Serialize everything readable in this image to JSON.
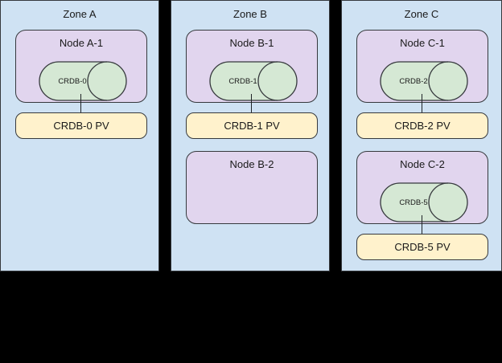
{
  "diagram": {
    "title": "CockroachDB multi-zone node and persistent volume topology",
    "colors": {
      "zone_fill": "#cfe2f3",
      "node_fill": "#e1d5ee",
      "pod_fill": "#d5e8d4",
      "pv_fill": "#fff2cc",
      "stroke": "#36393d",
      "background": "#000000"
    },
    "zones": [
      {
        "id": "zone-a",
        "label": "Zone A",
        "nodes": [
          {
            "id": "node-a-1",
            "label": "Node A-1",
            "pod": {
              "id": "crdb-0",
              "label": "CRDB-0",
              "shape": "cylinder"
            },
            "pv": {
              "id": "crdb-0-pv",
              "label": "CRDB-0 PV"
            },
            "connector": true
          }
        ]
      },
      {
        "id": "zone-b",
        "label": "Zone B",
        "nodes": [
          {
            "id": "node-b-1",
            "label": "Node B-1",
            "pod": {
              "id": "crdb-1",
              "label": "CRDB-1",
              "shape": "cylinder"
            },
            "pv": {
              "id": "crdb-1-pv",
              "label": "CRDB-1 PV"
            },
            "connector": true
          },
          {
            "id": "node-b-2",
            "label": "Node B-2",
            "pod": null,
            "pv": null,
            "connector": false
          }
        ]
      },
      {
        "id": "zone-c",
        "label": "Zone C",
        "nodes": [
          {
            "id": "node-c-1",
            "label": "Node C-1",
            "pod": {
              "id": "crdb-2",
              "label": "CRDB-2",
              "shape": "cylinder"
            },
            "pv": {
              "id": "crdb-2-pv",
              "label": "CRDB-2 PV"
            },
            "connector": true
          },
          {
            "id": "node-c-2",
            "label": "Node C-2",
            "pod": {
              "id": "crdb-5",
              "label": "CRDB-5",
              "shape": "cylinder"
            },
            "pv": {
              "id": "crdb-5-pv",
              "label": "CRDB-5 PV"
            },
            "connector": true
          }
        ]
      }
    ]
  }
}
